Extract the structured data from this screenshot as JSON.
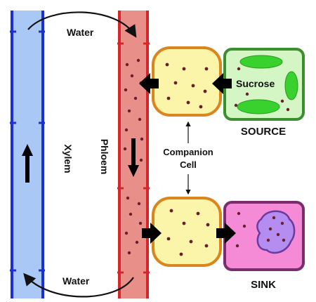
{
  "labels": {
    "water_top": "Water",
    "water_bottom": "Water",
    "xylem": "Xylem",
    "phloem": "Phloem",
    "sucrose": "Sucrose",
    "source": "SOURCE",
    "sink": "SINK",
    "companion_line1": "Companion",
    "companion_line2": "Cell"
  },
  "colors": {
    "xylem_fill": "#a9c8f5",
    "xylem_border": "#1b2fd6",
    "phloem_fill": "#e88f8a",
    "phloem_border": "#d6262a",
    "companion_fill": "#faf5a8",
    "companion_border": "#d9861f",
    "source_fill": "#d4f5c4",
    "source_border": "#3c8f2e",
    "chloroplast": "#39d12e",
    "sink_fill": "#f58ad6",
    "sink_border": "#7a2d6e",
    "vacuole": "#b58df0",
    "particle": "#6a1d2a",
    "arrow": "#000000"
  },
  "icons": {
    "flow_arrow": "black-block-arrow",
    "water_cycle": "curved-arrow"
  }
}
